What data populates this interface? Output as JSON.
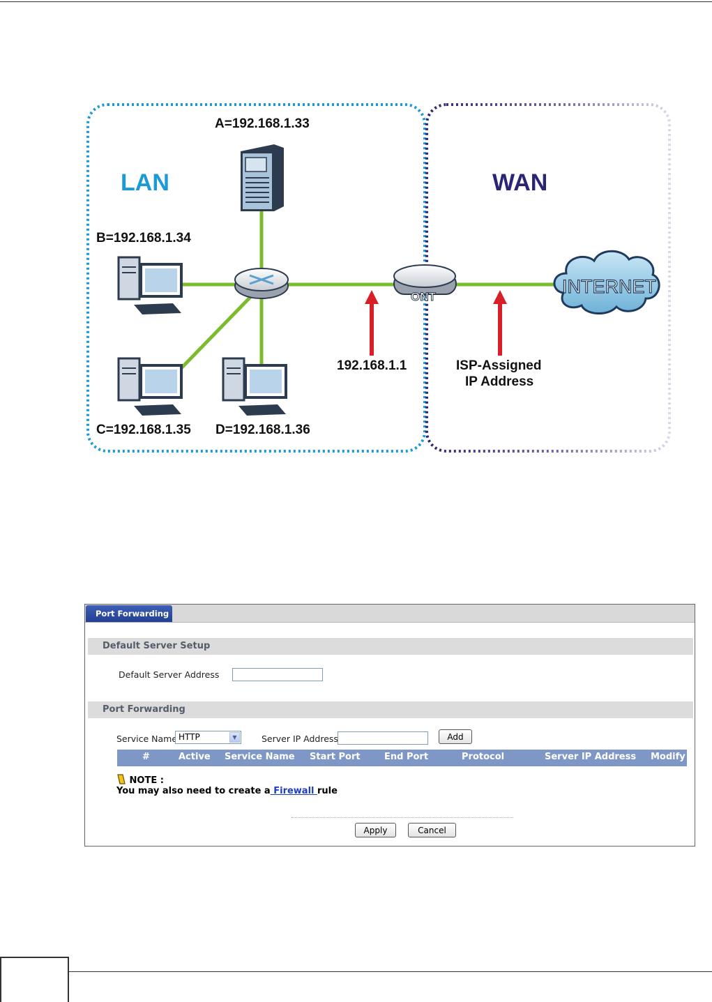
{
  "diagram": {
    "zones": {
      "lan": "LAN",
      "wan": "WAN"
    },
    "hosts": {
      "a": "A=192.168.1.33",
      "b": "B=192.168.1.34",
      "c": "C=192.168.1.35",
      "d": "D=192.168.1.36"
    },
    "router_ip": "192.168.1.1",
    "isp_line1": "ISP-Assigned",
    "isp_line2": "IP Address",
    "ont_label": "ONT",
    "internet_label": "INTERNET",
    "colors": {
      "lan": "#1a9ad6",
      "wan": "#2b2575",
      "link": "#7dbb2e",
      "arrow": "#d61f26"
    }
  },
  "panel": {
    "tab": "Port Forwarding",
    "default_section": "Default Server Setup",
    "default_server_label": "Default Server Address",
    "default_server_value": "",
    "forward_section": "Port Forwarding",
    "service_name_label": "Service Name",
    "service_name_value": "HTTP",
    "server_ip_label": "Server IP Address",
    "server_ip_value": "",
    "add_button": "Add",
    "columns": [
      "#",
      "Active",
      "Service Name",
      "Start Port",
      "End Port",
      "Protocol",
      "Server IP Address",
      "Modify"
    ],
    "note_title": "NOTE :",
    "note_prefix": "You may also need to create a",
    "note_link": " Firewall ",
    "note_suffix": "rule",
    "apply_button": "Apply",
    "cancel_button": "Cancel"
  }
}
